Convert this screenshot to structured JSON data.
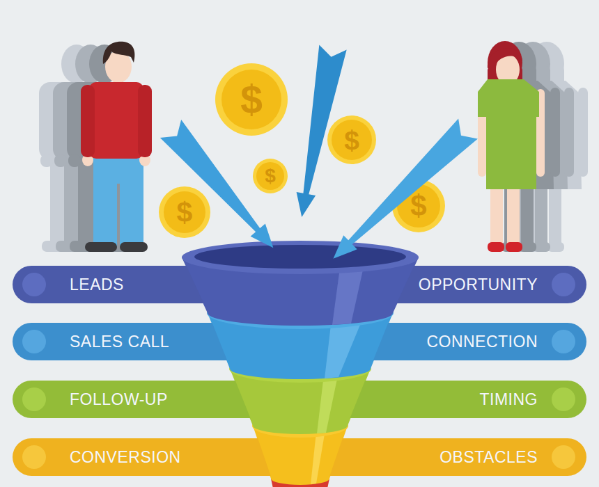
{
  "diagram": {
    "nodes": [
      {
        "text": [
          "LEADS"
        ]
      },
      {
        "text": [
          "OPPORTUNITY"
        ]
      },
      {
        "text": [
          "SALES CALL"
        ]
      },
      {
        "text": [
          "CONNECTION"
        ]
      },
      {
        "text": [
          "FOLLOW-UP"
        ]
      },
      {
        "text": [
          "TIMING"
        ]
      },
      {
        "text": [
          "CONVERSION"
        ]
      },
      {
        "text": [
          "OBSTACLES"
        ]
      }
    ],
    "labels": [
      "$",
      "$",
      "$",
      "$",
      "$"
    ]
  }
}
